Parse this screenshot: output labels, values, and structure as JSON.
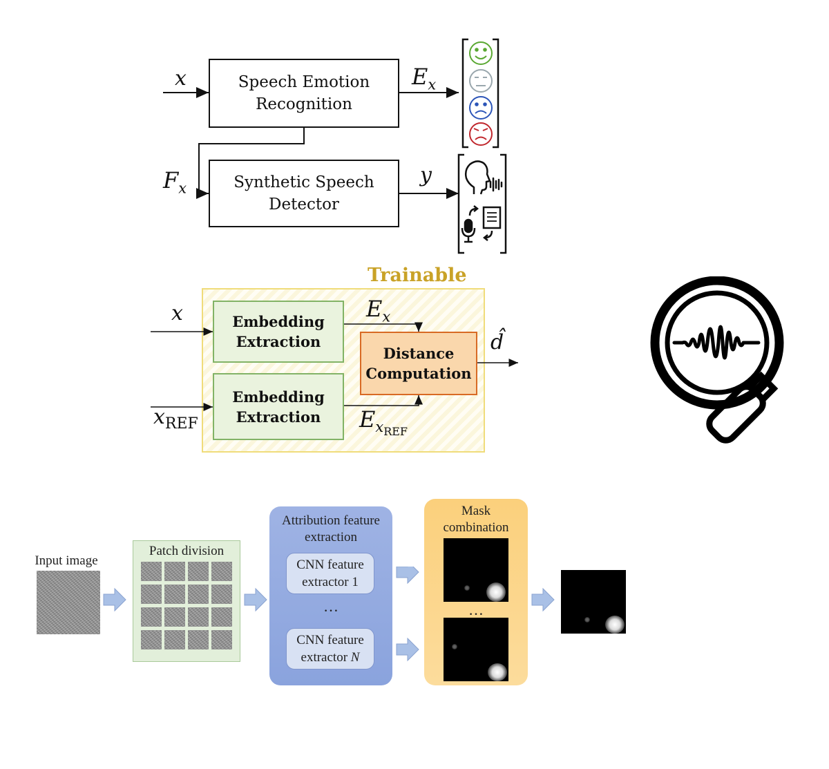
{
  "top_diagram": {
    "input_label": "x",
    "ser_block": {
      "line1": "Speech Emotion",
      "line2": "Recognition"
    },
    "ser_output_label": "E",
    "ser_output_sub": "x",
    "feature_label": "F",
    "feature_sub": "x",
    "ssd_block": {
      "line1": "Synthetic Speech",
      "line2": "Detector"
    },
    "ssd_output_label": "y",
    "emotion_faces": [
      "happy-face-icon",
      "neutral-face-icon",
      "sad-face-icon",
      "angry-face-icon"
    ],
    "emotion_colors": [
      "#5aa832",
      "#9aa7ad",
      "#2c55b8",
      "#c0272d"
    ],
    "speech_classes": [
      "speaking-head-icon",
      "recorded-speech-icon"
    ]
  },
  "middle_diagram": {
    "trainable_label": "Trainable",
    "trainable_color": "#c9a227",
    "input_label": "x",
    "ref_input_label": "x",
    "ref_input_sub": "REF",
    "embedding_block_1": {
      "line1": "Embedding",
      "line2": "Extraction"
    },
    "embedding_block_2": {
      "line1": "Embedding",
      "line2": "Extraction"
    },
    "emb_output_label": "E",
    "emb_output_sub": "x",
    "emb_ref_output_label": "E",
    "emb_ref_output_sub_x": "x",
    "emb_ref_output_sub_ref": "REF",
    "distance_block": {
      "line1": "Distance",
      "line2": "Computation"
    },
    "output_label": "d̂"
  },
  "magnifier_icon": "magnifying-glass-waveform-icon",
  "bottom_pipeline": {
    "input_image_label": "Input image",
    "patch_division_label": "Patch division",
    "attribution_label_line1": "Attribution feature",
    "attribution_label_line2": "extraction",
    "cnn_1": {
      "line1": "CNN feature",
      "line2": "extractor 1"
    },
    "cnn_n": {
      "line1": "CNN feature",
      "line2": "extractor",
      "line2_italic": "N"
    },
    "ellipsis_1": "…",
    "mask_combination_label_line1": "Mask",
    "mask_combination_label_line2": "combination",
    "ellipsis_2": "…",
    "panel_colors": {
      "patch": "#e2efda",
      "attribution": "#8fa6de",
      "mask": "#fbd585",
      "arrow": "#a9c0e6"
    }
  }
}
